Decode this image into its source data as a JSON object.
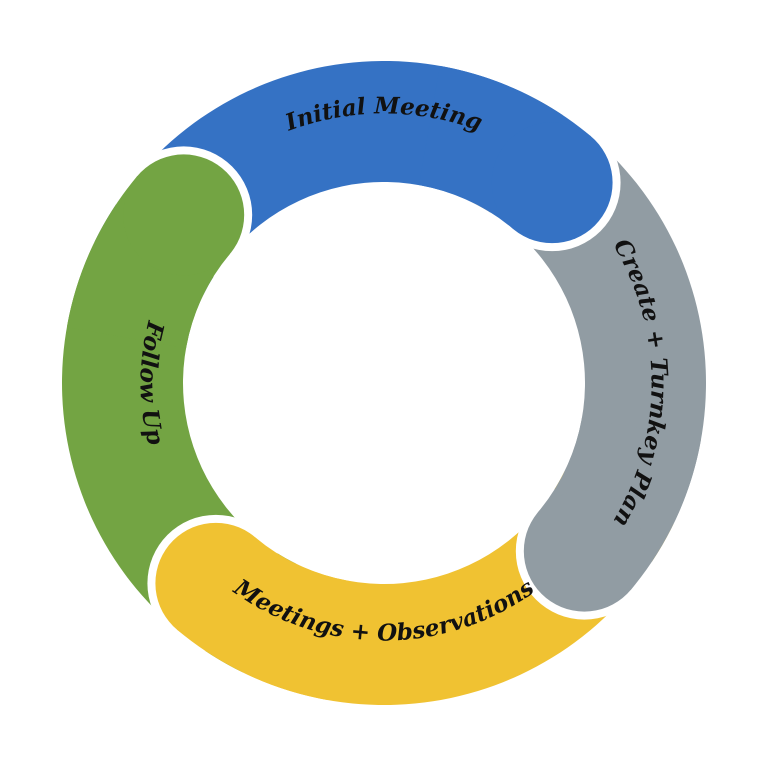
{
  "diagram": {
    "type": "cycle",
    "direction": "clockwise",
    "steps": [
      {
        "label": "Initial Meeting",
        "color": "#3572C4"
      },
      {
        "label": "Create + Turnkey Plan",
        "color": "#919CA3"
      },
      {
        "label": "Meetings + Observations",
        "color": "#F0C232"
      },
      {
        "label": "Follow Up",
        "color": "#73A443"
      }
    ],
    "text_color": "#111111",
    "separator_color": "#FFFFFF"
  }
}
